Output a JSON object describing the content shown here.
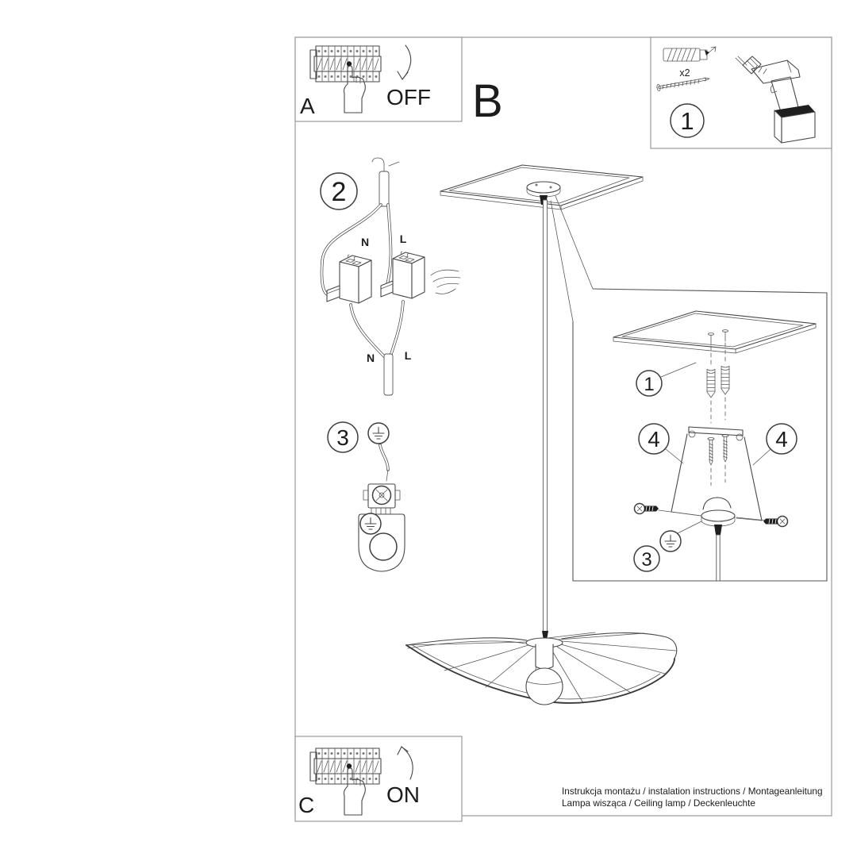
{
  "doc": {
    "kind": "installation-instruction-sheet",
    "colors": {
      "line": "#474747",
      "frame": "#999999",
      "text": "#1c1c1c"
    }
  },
  "panel_a": {
    "label": "A",
    "action": "OFF"
  },
  "section_b": {
    "label": "B"
  },
  "tools_panel": {
    "number": "1",
    "screw_qty": "x2"
  },
  "step2": {
    "number": "2",
    "n_top": "N",
    "l_top": "L",
    "n_bottom": "N",
    "l_bottom": "L"
  },
  "step3": {
    "number": "3"
  },
  "detail": {
    "step1": "1",
    "step4_left": "4",
    "step4_right": "4",
    "step3": "3"
  },
  "panel_c": {
    "label": "C",
    "action": "ON"
  },
  "footer": {
    "line1": "Instrukcja montażu / instalation instructions / Montageanleitung",
    "line2": "Lampa wisząca / Ceiling lamp / Deckenleuchte"
  }
}
